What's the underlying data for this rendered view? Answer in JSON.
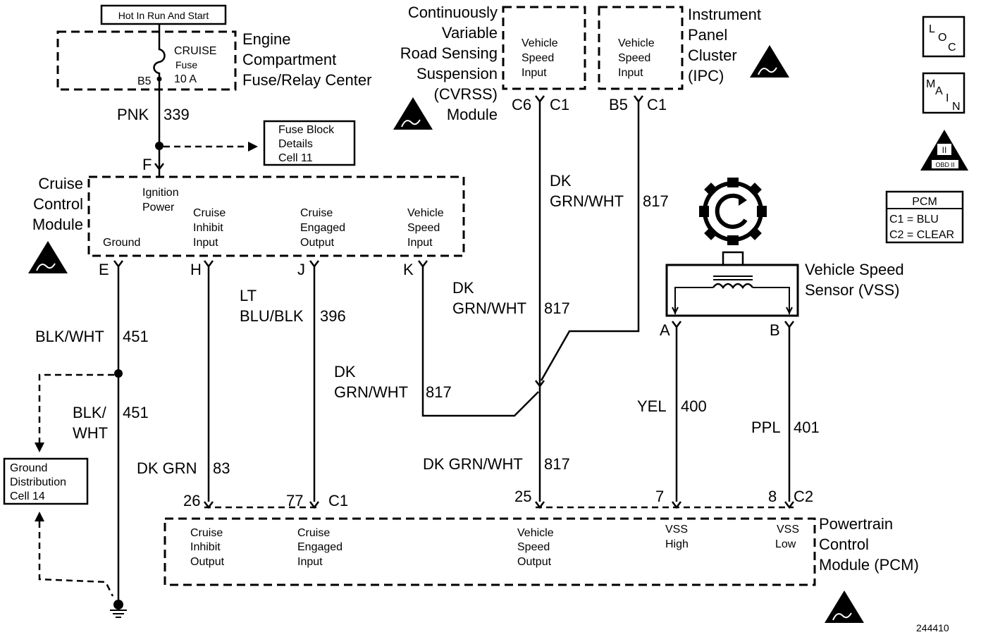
{
  "header": {
    "hot_label": "Hot In Run And Start"
  },
  "fuse_center": {
    "title": [
      "Engine",
      "Compartment",
      "Fuse/Relay Center"
    ],
    "fuse_name": [
      "CRUISE",
      "Fuse",
      "10 A"
    ],
    "pin": "B5"
  },
  "fuse_block_ref": [
    "Fuse Block",
    "Details",
    "Cell 11"
  ],
  "cvrss": {
    "title": [
      "Continuously",
      "Variable",
      "Road Sensing",
      "Suspension",
      "(CVRSS)",
      "Module"
    ],
    "input_label": [
      "Vehicle",
      "Speed",
      "Input"
    ],
    "pin": "C6",
    "conn": "C1"
  },
  "ipc": {
    "title": [
      "Instrument",
      "Panel",
      "Cluster",
      "(IPC)"
    ],
    "input_label": [
      "Vehicle",
      "Speed",
      "Input"
    ],
    "pin": "B5",
    "conn": "C1"
  },
  "legend": {
    "loc": [
      "L",
      "O",
      "C"
    ],
    "main": [
      "M",
      "A",
      "I",
      "N"
    ],
    "obd": [
      "II",
      "OBD II"
    ],
    "pcm_box": {
      "title": "PCM",
      "c1": "C1 = BLU",
      "c2": "C2 = CLEAR"
    }
  },
  "ccm": {
    "title": [
      "Cruise",
      "Control",
      "Module"
    ],
    "ignition": [
      "Ignition",
      "Power"
    ],
    "ground": "Ground",
    "inhibit": [
      "Cruise",
      "Inhibit",
      "Input"
    ],
    "engaged": [
      "Cruise",
      "Engaged",
      "Output"
    ],
    "speed": [
      "Vehicle",
      "Speed",
      "Input"
    ],
    "pins": {
      "f": "F",
      "e": "E",
      "h": "H",
      "j": "J",
      "k": "K"
    }
  },
  "wires": {
    "pnk": {
      "color": "PNK",
      "circuit": "339"
    },
    "blkwht_top": {
      "color": "BLK/WHT",
      "circuit": "451"
    },
    "blkwht_bot": {
      "color": [
        "BLK/",
        "WHT"
      ],
      "circuit": "451"
    },
    "dkgrn_83": {
      "color": "DK GRN",
      "circuit": "83"
    },
    "ltblu": {
      "color": [
        "LT",
        "BLU/BLK"
      ],
      "circuit": "396"
    },
    "dkgrn_k": {
      "color": [
        "DK",
        "GRN/WHT"
      ],
      "circuit": "817"
    },
    "dkgrn_cvrss": {
      "color": [
        "DK",
        "GRN/WHT"
      ],
      "circuit": "817"
    },
    "dkgrn_ipc": {
      "color": [
        "DK",
        "GRN/WHT"
      ],
      "circuit": "817"
    },
    "dkgrn_pcm": {
      "color": "DK GRN/WHT",
      "circuit": "817"
    },
    "yel": {
      "color": "YEL",
      "circuit": "400"
    },
    "ppl": {
      "color": "PPL",
      "circuit": "401"
    }
  },
  "ground_dist": [
    "Ground",
    "Distribution",
    "Cell 14"
  ],
  "vss": {
    "title": [
      "Vehicle Speed",
      "Sensor (VSS)"
    ],
    "pin_a": "A",
    "pin_b": "B"
  },
  "pcm": {
    "title": [
      "Powertrain",
      "Control",
      "Module (PCM)"
    ],
    "pins": {
      "p26": "26",
      "p77": "77",
      "c1": "C1",
      "p25": "25",
      "p7": "7",
      "p8": "8",
      "c2": "C2"
    },
    "inhibit": [
      "Cruise",
      "Inhibit",
      "Output"
    ],
    "engaged": [
      "Cruise",
      "Engaged",
      "Input"
    ],
    "speed": [
      "Vehicle",
      "Speed",
      "Output"
    ],
    "vss_high": [
      "VSS",
      "High"
    ],
    "vss_low": [
      "VSS",
      "Low"
    ]
  },
  "figure_number": "244410"
}
